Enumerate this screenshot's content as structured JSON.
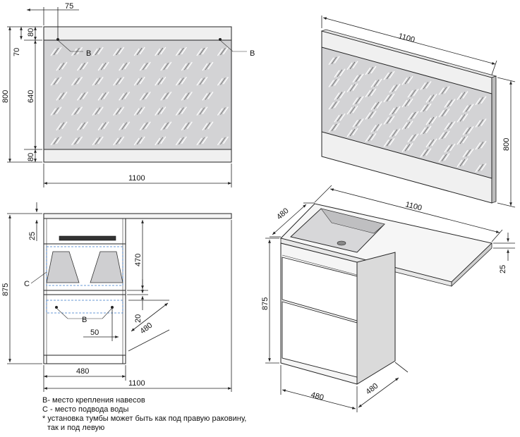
{
  "mirror_front": {
    "dim_offset": "75",
    "dim_top_band": "80",
    "dim_to_hooks": "70",
    "dim_total_height": "800",
    "dim_glass_height": "640",
    "dim_bottom_band": "80",
    "dim_width": "1100",
    "hook_label_left": "B",
    "hook_label_right": "B"
  },
  "mirror_iso": {
    "dim_width": "1100",
    "dim_height": "800"
  },
  "cabinet_front": {
    "dim_top": "25",
    "dim_upper_drawer": "470",
    "dim_total_height": "875",
    "dim_gap": "20",
    "dim_depth": "480",
    "dim_hook_offset": "50",
    "label_water": "C",
    "label_hook": "B",
    "dim_cabinet_width": "480",
    "dim_total_width": "1100"
  },
  "cabinet_iso": {
    "dim_depth_top": "480",
    "dim_width_top": "1100",
    "dim_thickness": "25",
    "dim_height": "875",
    "dim_bottom_width": "480",
    "dim_bottom_depth": "480"
  },
  "notes": {
    "line1": "В- место крепления навесов",
    "line2": "С - место подвода воды",
    "line3": "* установка тумбы может быть как под правую раковину,",
    "line4": "так и под левую"
  }
}
